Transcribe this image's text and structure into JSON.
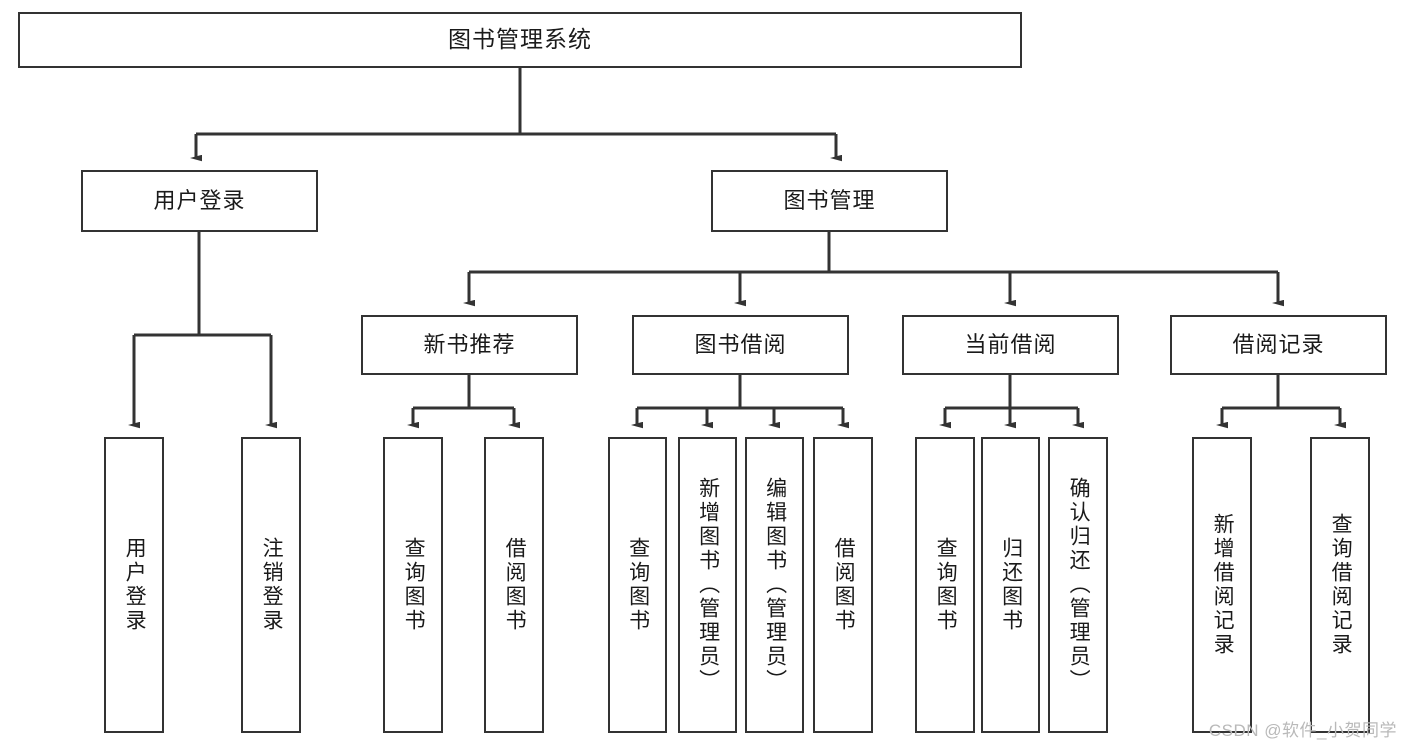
{
  "diagram": {
    "title": "图书管理系统",
    "type": "functional-structure-tree",
    "root": {
      "label": "图书管理系统"
    },
    "level2": [
      {
        "label": "用户登录"
      },
      {
        "label": "图书管理"
      }
    ],
    "level3": [
      {
        "label": "新书推荐"
      },
      {
        "label": "图书借阅"
      },
      {
        "label": "当前借阅"
      },
      {
        "label": "借阅记录"
      }
    ],
    "leaves": {
      "user_login": [
        {
          "label": "用户登录"
        },
        {
          "label": "注销登录"
        }
      ],
      "new_book_recommend": [
        {
          "label": "查询图书"
        },
        {
          "label": "借阅图书"
        }
      ],
      "book_borrow": [
        {
          "label": "查询图书"
        },
        {
          "label": "新增图书（管理员）"
        },
        {
          "label": "编辑图书（管理员）"
        },
        {
          "label": "借阅图书"
        }
      ],
      "current_borrow": [
        {
          "label": "查询图书"
        },
        {
          "label": "归还图书"
        },
        {
          "label": "确认归还（管理员）"
        }
      ],
      "borrow_record": [
        {
          "label": "新增借阅记录"
        },
        {
          "label": "查询借阅记录"
        }
      ]
    }
  },
  "watermark": {
    "text": "CSDN @软件_小贺同学"
  },
  "colors": {
    "stroke": "#333333",
    "box_fill": "#ffffff",
    "text": "#1a1a1a",
    "watermark": "#b9b9b9"
  }
}
